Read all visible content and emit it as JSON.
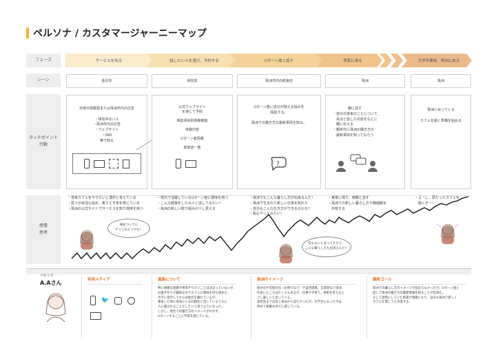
{
  "title": "ペルソナ / カスタマージャーニーマップ",
  "rows": {
    "phase": "フェーズ",
    "scene": "シーン",
    "touch": [
      "タッチポイント",
      "行動"
    ],
    "emotion": [
      "感情",
      "思考"
    ]
  },
  "phases": [
    "サービスを知る",
    "話したい人を選び、予約する",
    "Uターン者と話す",
    "実家に帰る",
    "大学卒業後、珠洲に戻る"
  ],
  "scenes": [
    "金沢市",
    "帰省前",
    "珠洲市内の飲食店",
    "珠洲",
    "珠洲"
  ],
  "touchpoints": [
    {
      "lines": [
        "日常の情報源または珠洲市内の広告",
        "",
        "・帰省中のバス",
        "・珠洲市内の広告",
        "・ウェブサイト",
        "・SNS",
        "等で知る"
      ]
    },
    {
      "lines": [
        "公式ウェブサイト",
        "を通じて予約",
        "",
        "相談項目別検索機能",
        "",
        "体験内容",
        "",
        "Uターン者情報",
        "",
        "飲食店一覧"
      ]
    },
    {
      "lines": [
        "Uターン者に自分が抱える悩みを",
        "相談する。",
        "",
        "珠洲での働き方の最新事情を知る。"
      ]
    },
    {
      "lines": [
        "親に話す",
        "・自分の将来のことについて、",
        "　先ほど話した内容をもとに",
        "　親に伝える",
        "・親世代に珠洲の働き方の",
        "　最新事情を知ってもらう"
      ]
    },
    {
      "lines": [
        "珠洲に戻ってくる",
        "",
        "カフェを開く準備を始める"
      ]
    }
  ],
  "emotions": [
    [
      "・将来カフェをやりたいと漠然と考えている",
      "・思うが就活も始め、焦りと不安を感じている",
      "・珠洲の公式サイトでサービスを知り興味を持つ"
    ],
    [
      "・地元で活躍しているUターン者に興味を持つ",
      "・こんな経験をした大人と話してみたい！",
      "・珠洲の新しい取り組みが少し見える"
    ],
    [
      "・珠洲でもこんな暮らし方が出来るんだ！",
      "・珠洲で生まれた新しい仕事を知れた",
      "・自分もこんな生き方ができるのかな？",
      "・私もやってみたい！"
    ],
    [
      "・実家に帰り、両親と話す",
      "・珠洲での新しい暮らし方や価値観を",
      "　共有する"
    ],
    [
      "・よーし、夢だったカフェを",
      "　開くぞー！"
    ]
  ],
  "bubbles": {
    "left": [
      "帰省ついでに",
      "やってみようかな！"
    ],
    "right": [
      "何もないと思ってたけど、",
      "こんな暮らし方も出来るんだ！"
    ]
  },
  "persona": {
    "label": "ペルソナ",
    "name": "A.Aさん",
    "media_title": "利用メディア",
    "career_title": "進路について",
    "career_text": [
      "特に明確な進路や将来やりたいことは決まっていないが、",
      "お菓子作りが趣味なのでカフェに興味を持ち始めた。",
      "大学に進学してからは地元を離れているが、",
      "帰省した時に珠洲にいる同級生と話しているうちに",
      "人に喜ばれることがしたいと思うようになった。",
      "しかし、地元での働き方のイメージがわかず、",
      "Uターンすることに不安を感じている。"
    ],
    "image_title": "珠洲のイメージ",
    "image_text": [
      "食文化や伝統文化（お祭りなど）や自然環境、言語等など珠洲",
      "の良いところはたくさんあるが、仕事や子育て、将来を考えると",
      "少し厳しいと思っている。",
      "高校生までは早く珠洲から出たかったが、大学生になった今は",
      "改めて素敵な所だと感じている。"
    ],
    "goal_title": "最終ゴール",
    "goal_text": [
      "珠洲での暮らし方のイメージが固まらなかったが、Uターン者と",
      "話して珠洲の働き方の最新情報を知ることが出来た。",
      "そして実際にしていた将来が明確になり、自分も珠洲で新しく",
      "カフェを開こうと決意する。"
    ]
  },
  "colors": {
    "accent": "#f0b33c",
    "phase1": "#fbeccd",
    "phase2": "#f8dfb0",
    "phase3": "#f4d39a",
    "phase4": "#f0c48c",
    "phase5": "#eeb98a",
    "section_title": "#e8742c"
  }
}
